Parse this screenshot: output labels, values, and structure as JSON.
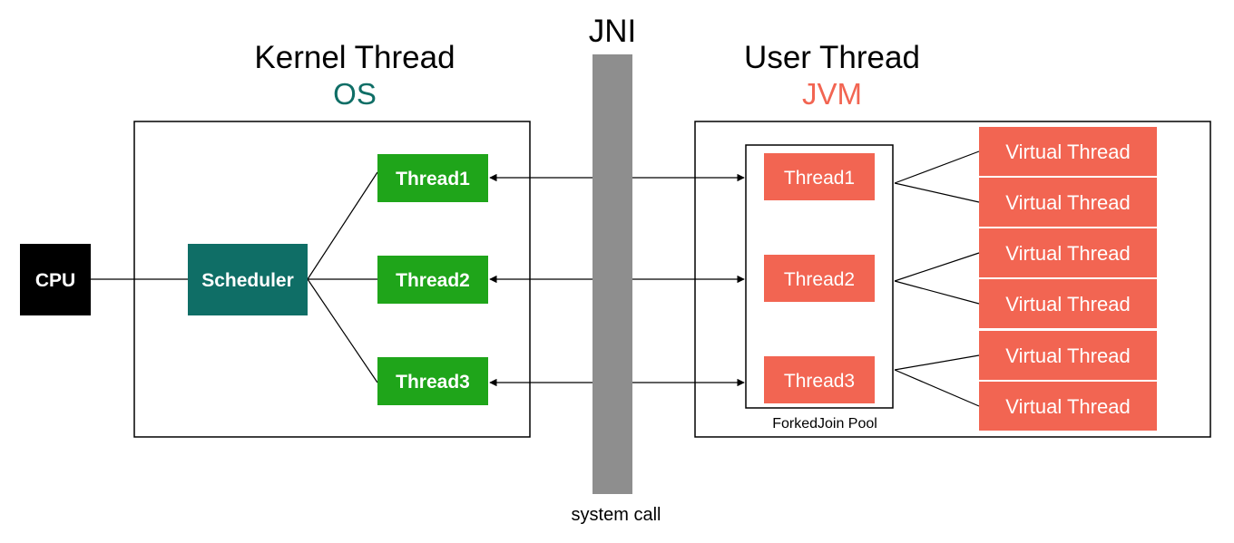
{
  "kernel": {
    "title": "Kernel Thread",
    "subtitle": "OS",
    "cpu_label": "CPU",
    "scheduler_label": "Scheduler",
    "threads": [
      "Thread1",
      "Thread2",
      "Thread3"
    ]
  },
  "jni": {
    "label": "JNI",
    "caption": "system call"
  },
  "user": {
    "title": "User Thread",
    "subtitle": "JVM",
    "pool_label": "ForkedJoin Pool",
    "threads": [
      "Thread1",
      "Thread2",
      "Thread3"
    ],
    "virtual_threads": [
      "Virtual Thread",
      "Virtual Thread",
      "Virtual Thread",
      "Virtual Thread",
      "Virtual Thread",
      "Virtual Thread"
    ]
  },
  "colors": {
    "os_teal": "#0f6e66",
    "kernel_green": "#1fa51a",
    "jvm_salmon": "#f26552",
    "jni_gray": "#8e8e8e",
    "cpu_black": "#000000"
  }
}
